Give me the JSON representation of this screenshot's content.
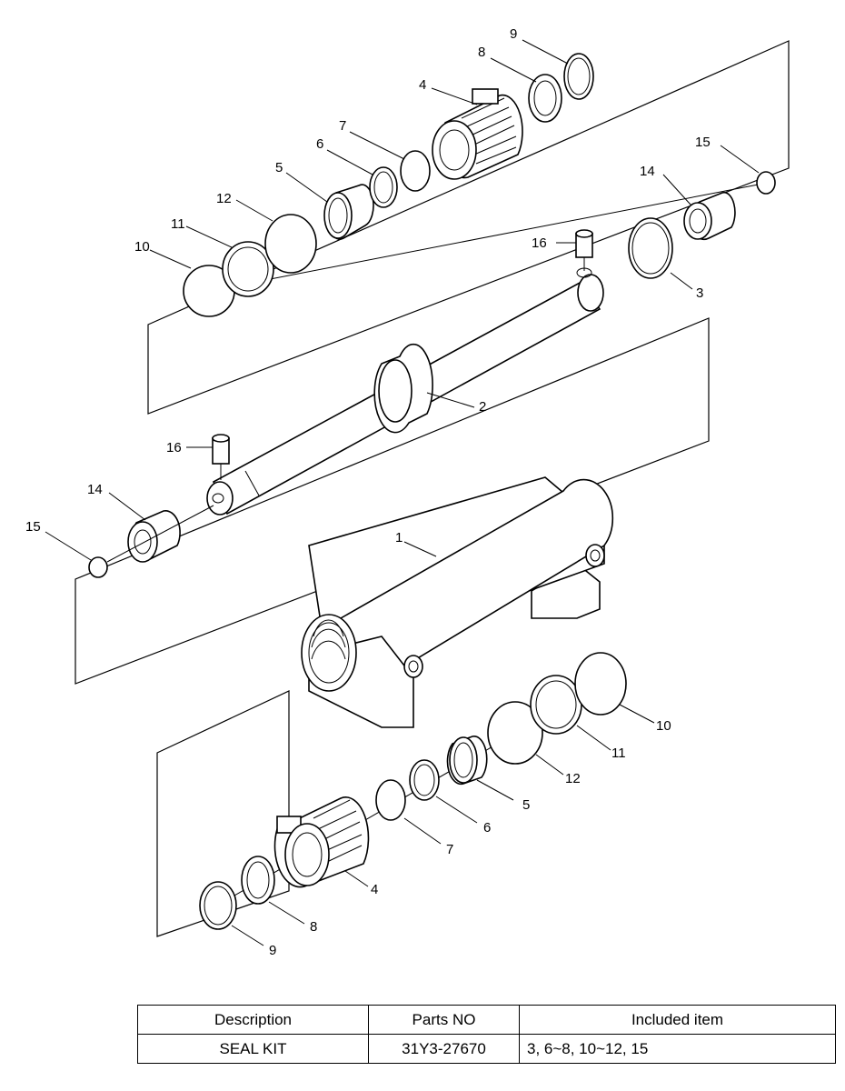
{
  "callouts": {
    "upper": {
      "n9": "9",
      "n8": "8",
      "n4": "4",
      "n7": "7",
      "n6": "6",
      "n5": "5",
      "n12": "12",
      "n11": "11",
      "n10": "10",
      "n15": "15",
      "n14": "14",
      "n16": "16",
      "n3": "3"
    },
    "rod": {
      "n2": "2",
      "n16": "16",
      "n14": "14",
      "n15": "15"
    },
    "tube": {
      "n1": "1"
    },
    "lower": {
      "n10": "10",
      "n11": "11",
      "n12": "12",
      "n5": "5",
      "n6": "6",
      "n7": "7",
      "n4": "4",
      "n8": "8",
      "n9": "9"
    }
  },
  "table": {
    "headers": [
      "Description",
      "Parts NO",
      "Included item"
    ],
    "rows": [
      [
        "SEAL KIT",
        "31Y3-27670",
        "3, 6~8, 10~12, 15"
      ]
    ]
  }
}
